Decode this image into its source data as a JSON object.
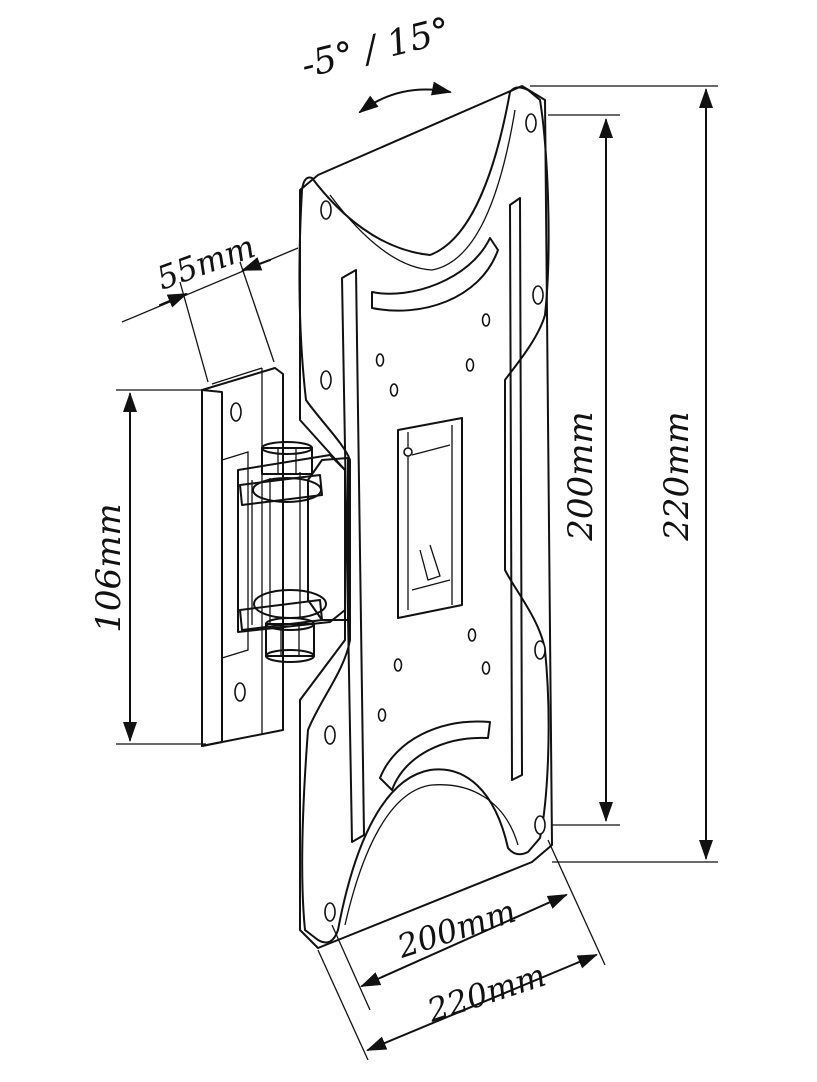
{
  "diagram": {
    "tilt_label": "-5°  /  15°",
    "arm_depth_label": "55mm",
    "wall_plate_height_label": "106mm",
    "inner_hole_height_label": "200mm",
    "outer_plate_height_label": "220mm",
    "inner_hole_width_label": "200mm",
    "outer_plate_width_label": "220mm"
  }
}
